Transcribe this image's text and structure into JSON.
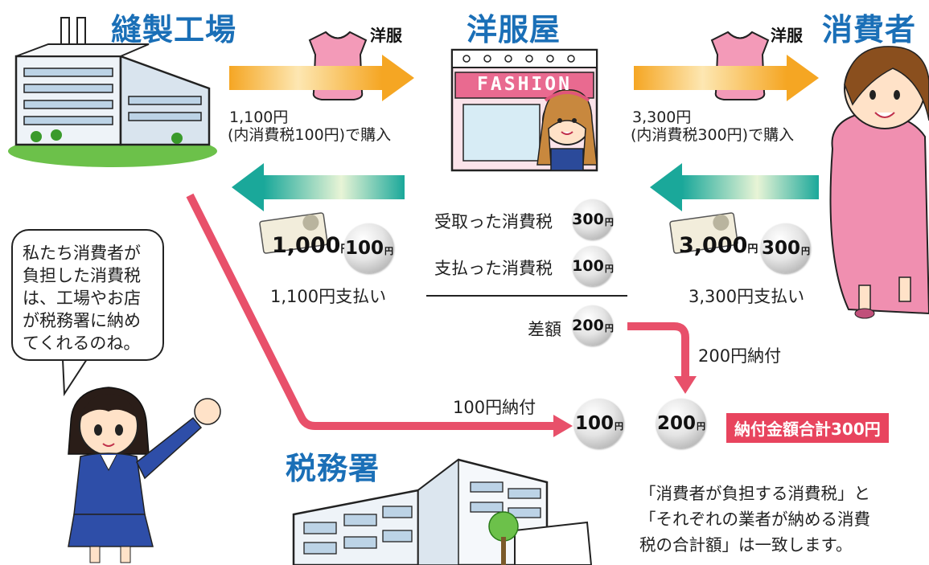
{
  "titles": {
    "factory": "縫製工場",
    "shop": "洋服屋",
    "consumer": "消費者",
    "taxoffice": "税務署"
  },
  "dress_label": "洋服",
  "shop_sign": "FASHION",
  "purchase_left": {
    "line1": "1,100円",
    "line2": "(内消費税100円)で購入"
  },
  "purchase_right": {
    "line1": "3,300円",
    "line2": "(内消費税300円)で購入"
  },
  "payment_left": {
    "bill": "1,000",
    "coin": "100",
    "unit": "円",
    "caption": "1,100円支払い"
  },
  "payment_right": {
    "bill": "3,000",
    "coin": "300",
    "unit": "円",
    "caption": "3,300円支払い"
  },
  "ledger": {
    "received_label": "受取った消費税",
    "received_value": "300",
    "paid_label": "支払った消費税",
    "paid_value": "100",
    "diff_label": "差額",
    "diff_value": "200"
  },
  "nofu_shop": "200円納付",
  "nofu_factory": "100円納付",
  "total_coins": {
    "a": "100",
    "b": "200"
  },
  "total_banner": "納付金額合計300円",
  "speech": [
    "私たち消費者が",
    "負担した消費税",
    "は、工場やお店",
    "が税務署に納め",
    "てくれるのね。"
  ],
  "explanation": [
    "「消費者が負担する消費税」と",
    "「それぞれの業者が納める消費",
    "税の合計額」は一致します。"
  ],
  "colors": {
    "title_blue": "#1a6fb7",
    "flow_pink": "#e8506a",
    "arrow_orange": "#f5a623",
    "arrow_teal": "#1aa89a"
  }
}
